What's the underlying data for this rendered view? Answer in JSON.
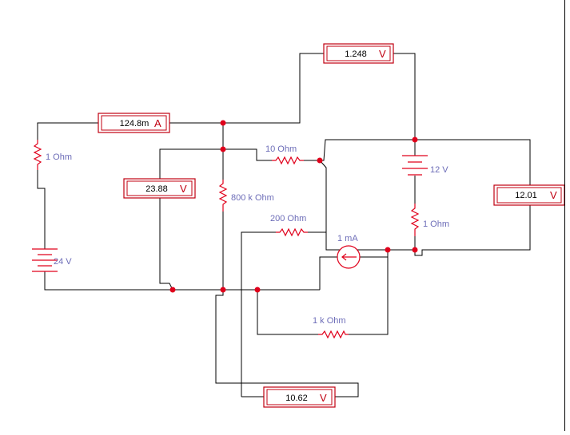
{
  "meters": {
    "top_voltmeter": {
      "value": "1.248",
      "unit": "V"
    },
    "ammeter": {
      "value": "124.8m",
      "unit": "A"
    },
    "left_voltmeter": {
      "value": "23.88",
      "unit": "V"
    },
    "right_voltmeter": {
      "value": "12.01",
      "unit": "V"
    },
    "bottom_voltmeter": {
      "value": "10.62",
      "unit": "V"
    }
  },
  "components": {
    "r_left": "1  Ohm",
    "r_10": "10  Ohm",
    "r_800k": "800 k Ohm",
    "r_200": "200  Ohm",
    "r_1_right": "1  Ohm",
    "r_1k": "1 k Ohm",
    "src_24": "24 V",
    "src_12": "12 V",
    "src_1ma": "1 mA"
  },
  "colors": {
    "wire": "#000000",
    "component": "#e0001b",
    "meter_border": "#c00010",
    "label": "#6d6db8"
  }
}
